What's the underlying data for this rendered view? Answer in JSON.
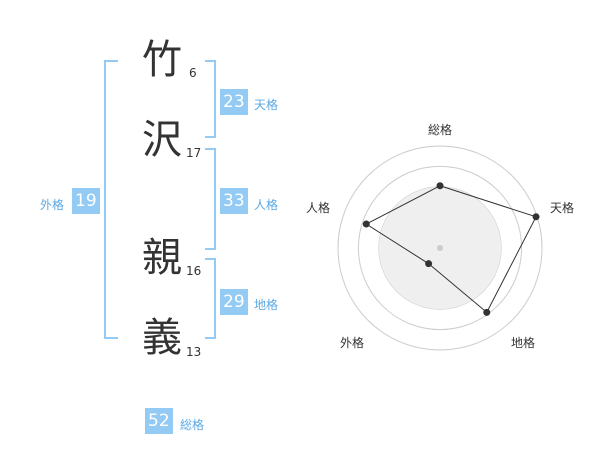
{
  "characters": [
    {
      "char": "竹",
      "strokes": "6"
    },
    {
      "char": "沢",
      "strokes": "17"
    },
    {
      "char": "親",
      "strokes": "16"
    },
    {
      "char": "義",
      "strokes": "13"
    }
  ],
  "kaku": {
    "tenkaku": {
      "value": "23",
      "label": "天格"
    },
    "jinkaku": {
      "value": "33",
      "label": "人格"
    },
    "chikaku": {
      "value": "29",
      "label": "地格"
    },
    "gaikaku": {
      "value": "19",
      "label": "外格"
    },
    "soukaku": {
      "value": "52",
      "label": "総格"
    }
  },
  "accent_color": "#93cbf4",
  "chart_data": {
    "type": "radar",
    "axes": [
      "総格",
      "天格",
      "地格",
      "外格",
      "人格"
    ],
    "values": [
      0.61,
      0.99,
      0.78,
      0.19,
      0.76
    ],
    "rmax": 1,
    "rings": 5,
    "grid": true,
    "colors": {
      "ring": "#cccccc",
      "fill": "#efefef",
      "line": "#333333",
      "point": "#333333"
    }
  }
}
